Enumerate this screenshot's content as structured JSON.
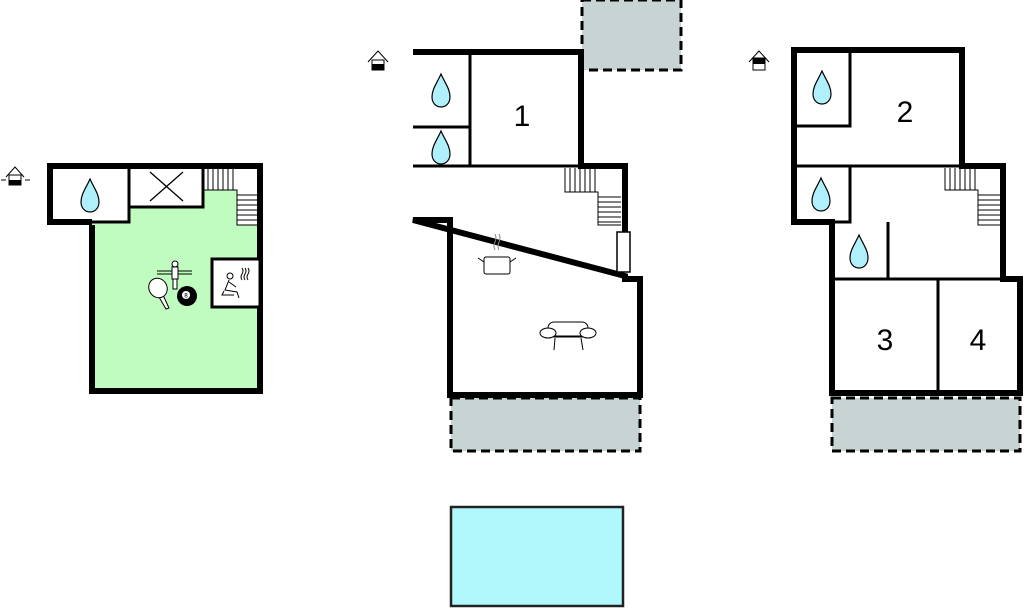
{
  "colors": {
    "wall": "#000000",
    "highlight_floor": "#c0fcc0",
    "terrace": "#c8d4d4",
    "pool": "#b0f8fc",
    "water_drop": "#b0f0fc"
  },
  "floors": [
    {
      "level_icon": "basement-level-icon",
      "rooms": [
        {
          "type": "bathroom",
          "icon": "water-drop-icon"
        },
        {
          "type": "void",
          "icon": "cross-icon"
        },
        {
          "type": "stairs",
          "icon": "stairs-icon"
        },
        {
          "type": "activity-room",
          "icons": [
            "table-football-icon",
            "table-tennis-icon",
            "billiard-ball-icon"
          ]
        },
        {
          "type": "sauna",
          "icon": "sauna-icon"
        }
      ]
    },
    {
      "level_icon": "ground-level-icon",
      "rooms": [
        {
          "type": "bathroom",
          "icon": "water-drop-icon"
        },
        {
          "type": "bathroom",
          "icon": "water-drop-icon"
        },
        {
          "type": "bedroom",
          "label": "1"
        },
        {
          "type": "kitchen-living",
          "icons": [
            "cooking-pot-icon",
            "sofa-icon",
            "stove-icon"
          ]
        },
        {
          "type": "terrace"
        },
        {
          "type": "terrace"
        },
        {
          "type": "pool"
        }
      ]
    },
    {
      "level_icon": "upper-level-icon",
      "rooms": [
        {
          "type": "bathroom",
          "icon": "water-drop-icon"
        },
        {
          "type": "bedroom",
          "label": "2"
        },
        {
          "type": "bathroom",
          "icon": "water-drop-icon"
        },
        {
          "type": "bathroom",
          "icon": "water-drop-icon"
        },
        {
          "type": "bedroom",
          "label": "3"
        },
        {
          "type": "bedroom",
          "label": "4"
        },
        {
          "type": "terrace"
        }
      ]
    }
  ]
}
